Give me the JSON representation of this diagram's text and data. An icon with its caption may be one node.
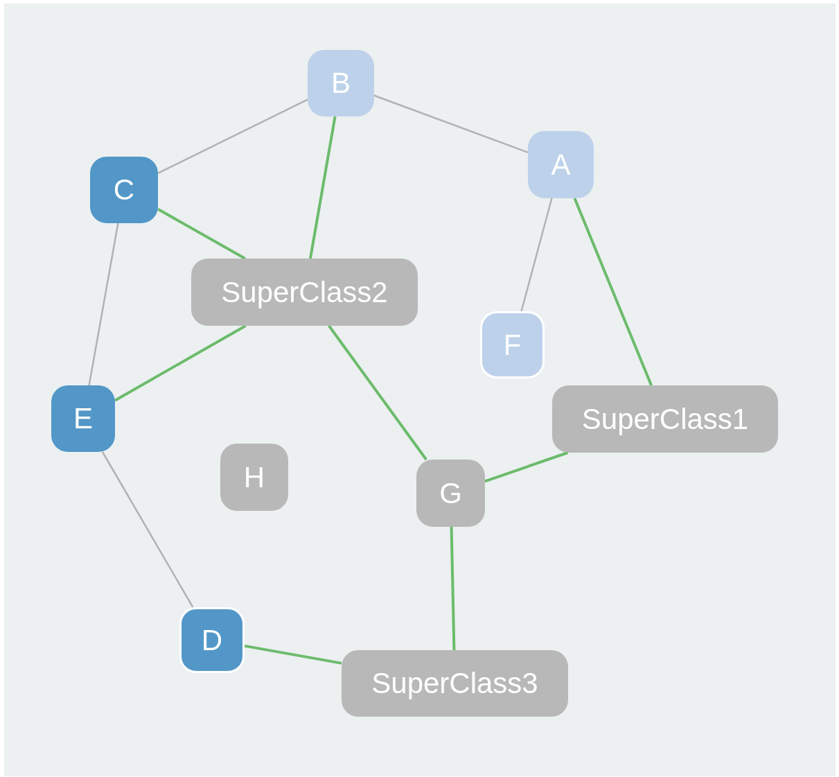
{
  "diagram": {
    "nodes": [
      {
        "text": [
          "B"
        ]
      },
      {
        "text": [
          "C"
        ]
      },
      {
        "text": [
          "A"
        ]
      },
      {
        "text": [
          "SuperClass2"
        ]
      },
      {
        "text": [
          "F"
        ]
      },
      {
        "text": [
          "E"
        ]
      },
      {
        "text": [
          "SuperClass1"
        ]
      },
      {
        "text": [
          "H"
        ]
      },
      {
        "text": [
          "G"
        ]
      },
      {
        "text": [
          "D"
        ]
      },
      {
        "text": [
          "SuperClass3"
        ]
      }
    ],
    "edges": [
      {
        "from": 0,
        "to": 1,
        "arrow": "none",
        "color": "#b0b2b2"
      },
      {
        "from": 0,
        "to": 2,
        "arrow": "none",
        "color": "#b0b2b2"
      },
      {
        "from": 1,
        "to": 5,
        "arrow": "none",
        "color": "#b0b2b2"
      },
      {
        "from": 2,
        "to": 4,
        "arrow": "none",
        "color": "#b0b2b2"
      },
      {
        "from": 5,
        "to": 9,
        "arrow": "none",
        "color": "#b0b2b2"
      },
      {
        "from": 0,
        "to": 3,
        "arrow": "none"
      },
      {
        "from": 1,
        "to": 3,
        "arrow": "none"
      },
      {
        "from": 3,
        "to": 5,
        "arrow": "none"
      },
      {
        "from": 3,
        "to": 8,
        "arrow": "none"
      },
      {
        "from": 2,
        "to": 6,
        "arrow": "none"
      },
      {
        "from": 6,
        "to": 8,
        "arrow": "none"
      },
      {
        "from": 8,
        "to": 10,
        "arrow": "none"
      },
      {
        "from": 10,
        "to": 9,
        "arrow": "none"
      }
    ]
  }
}
